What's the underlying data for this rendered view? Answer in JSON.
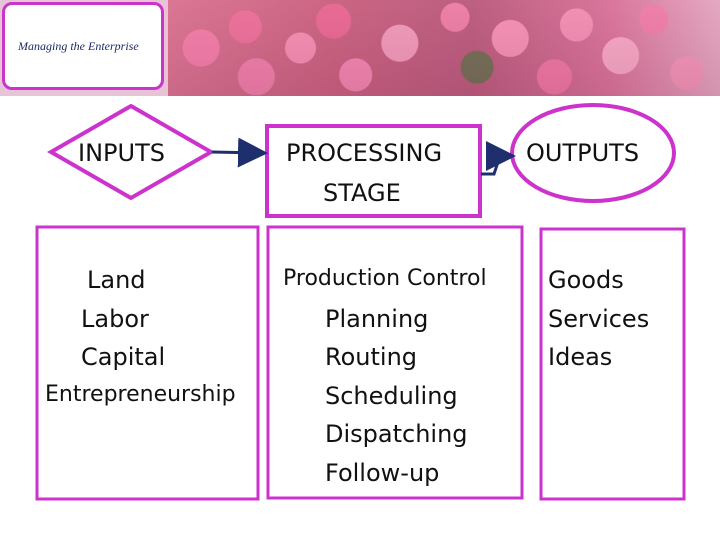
{
  "header": {
    "title": "Managing the Enterprise",
    "image": "pink-roses-banner"
  },
  "diagram": {
    "inputs_label": "INPUTS",
    "processing_label_line1": "PROCESSING",
    "processing_label_line2": "STAGE",
    "outputs_label": "OUTPUTS",
    "inputs_items": [
      "Land",
      "Labor",
      "Capital",
      "Entrepreneurship"
    ],
    "processing_title": "Production Control",
    "processing_items": [
      "Planning",
      "Routing",
      "Scheduling",
      "Dispatching",
      "Follow-up"
    ],
    "outputs_items": [
      "Goods",
      "Services",
      "Ideas"
    ],
    "colors": {
      "border": "#cc33cc",
      "arrow": "#1f2f6e"
    }
  }
}
